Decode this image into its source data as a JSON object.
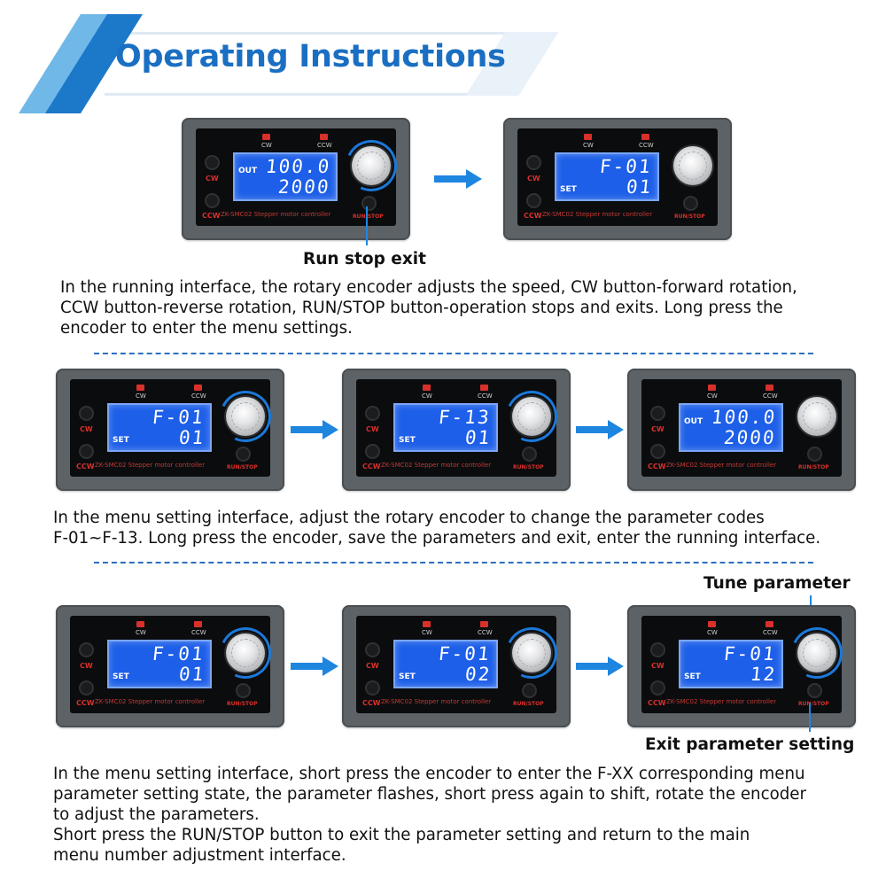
{
  "header": {
    "title": "Operating Instructions"
  },
  "device_labels": {
    "cw_led": "CW",
    "ccw_led": "CCW",
    "cw_button": "CW",
    "ccw_button": "CCW",
    "run_stop_button": "RUN/STOP",
    "model_text": "ZK-SMC02  Stepper motor controller"
  },
  "section1": {
    "devices": [
      {
        "lcd_top_label": "OUT",
        "lcd_top": "100.0",
        "lcd_bottom_label": "",
        "lcd_bottom": "2000",
        "knob_active": true
      },
      {
        "lcd_top_label": "",
        "lcd_top": "F-01",
        "lcd_bottom_label": "SET",
        "lcd_bottom": "01",
        "knob_active": false
      }
    ],
    "callout": "Run stop exit",
    "text_lines": [
      "In the running interface, the rotary encoder adjusts the speed, CW button-forward rotation,",
      "CCW button-reverse rotation, RUN/STOP button-operation stops and exits. Long press the",
      "encoder to enter the menu settings."
    ]
  },
  "section2": {
    "devices": [
      {
        "lcd_top_label": "",
        "lcd_top": "F-01",
        "lcd_bottom_label": "SET",
        "lcd_bottom": "01",
        "knob_active": true
      },
      {
        "lcd_top_label": "",
        "lcd_top": "F-13",
        "lcd_bottom_label": "SET",
        "lcd_bottom": "01",
        "knob_active": true
      },
      {
        "lcd_top_label": "OUT",
        "lcd_top": "100.0",
        "lcd_bottom_label": "",
        "lcd_bottom": "2000",
        "knob_active": false
      }
    ],
    "text_lines": [
      "In the menu setting interface, adjust the rotary encoder to change the parameter codes",
      "F-01~F-13. Long press the encoder, save the parameters and exit, enter the running interface."
    ]
  },
  "section3": {
    "devices": [
      {
        "lcd_top_label": "",
        "lcd_top": "F-01",
        "lcd_bottom_label": "SET",
        "lcd_bottom": "01",
        "knob_active": true
      },
      {
        "lcd_top_label": "",
        "lcd_top": "F-01",
        "lcd_bottom_label": "SET",
        "lcd_bottom": "02",
        "knob_active": true
      },
      {
        "lcd_top_label": "",
        "lcd_top": "F-01",
        "lcd_bottom_label": "SET",
        "lcd_bottom": "12",
        "knob_active": true
      }
    ],
    "callout_tune": "Tune parameter",
    "callout_exit": "Exit parameter setting",
    "text_lines": [
      "In the menu setting interface, short press the encoder to enter the F-XX corresponding menu",
      "parameter setting state, the parameter flashes, short press again to shift, rotate the encoder",
      "to adjust the parameters.",
      "Short press the RUN/STOP button to exit the parameter setting and return to the main",
      "menu number adjustment interface."
    ]
  },
  "colors": {
    "accent": "#1b6fc2",
    "lcd": "#1d5fe8",
    "led": "#d8302b",
    "arrow": "#1f86e0"
  }
}
